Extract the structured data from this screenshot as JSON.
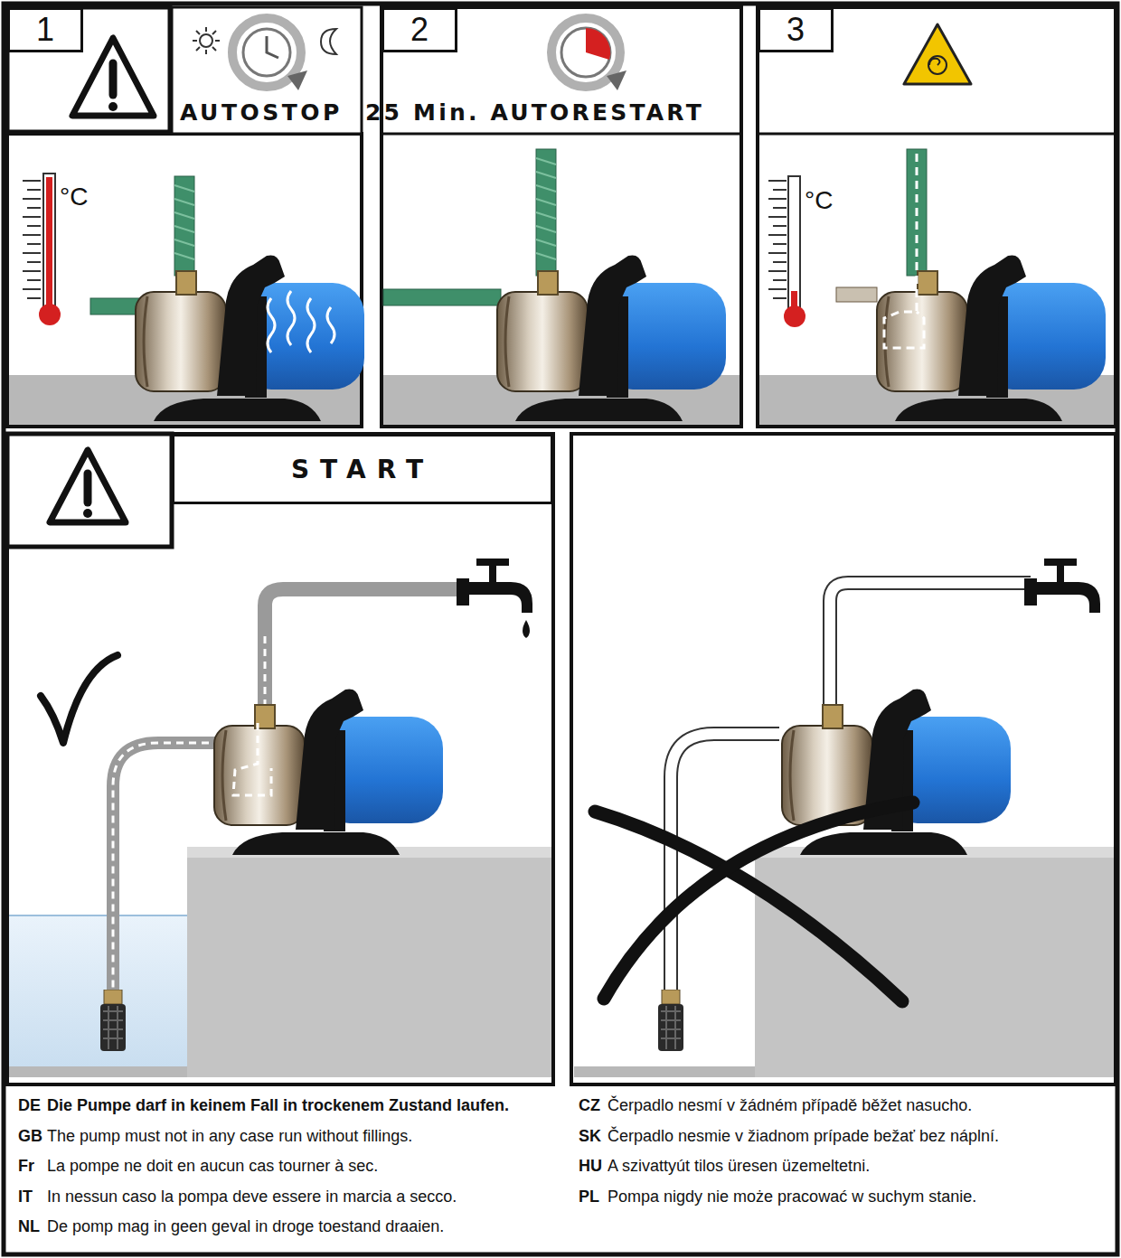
{
  "diagram": {
    "nodes": [
      {
        "text": [
          "1"
        ]
      },
      {
        "text": [
          "2"
        ]
      },
      {
        "text": [
          "3"
        ]
      },
      {
        "text": [
          "START"
        ]
      }
    ],
    "labels": [
      "AUTOSTOP",
      "25 Min. AUTORESTART",
      "°C",
      "°C",
      "DE",
      "Die Pumpe darf in keinem Fall in trockenem Zustand laufen.",
      "GB",
      "The pump must not in any case run without fillings.",
      "Fr",
      "La pompe ne doit en aucun cas tourner à sec.",
      "IT",
      "In nessun caso la pompa deve essere in marcia a secco.",
      "NL",
      "De pomp mag in geen geval in droge toestand draaien.",
      "CZ",
      "Čerpadlo nesmí v žádném případě běžet nasucho.",
      "SK",
      "Čerpadlo nesmie v žiadnom prípade bežať bez náplní.",
      "HU",
      "A szivattyút tilos üresen üzemeltetni.",
      "PL",
      "Pompa nigdy nie może pracować w suchym stanie."
    ]
  }
}
